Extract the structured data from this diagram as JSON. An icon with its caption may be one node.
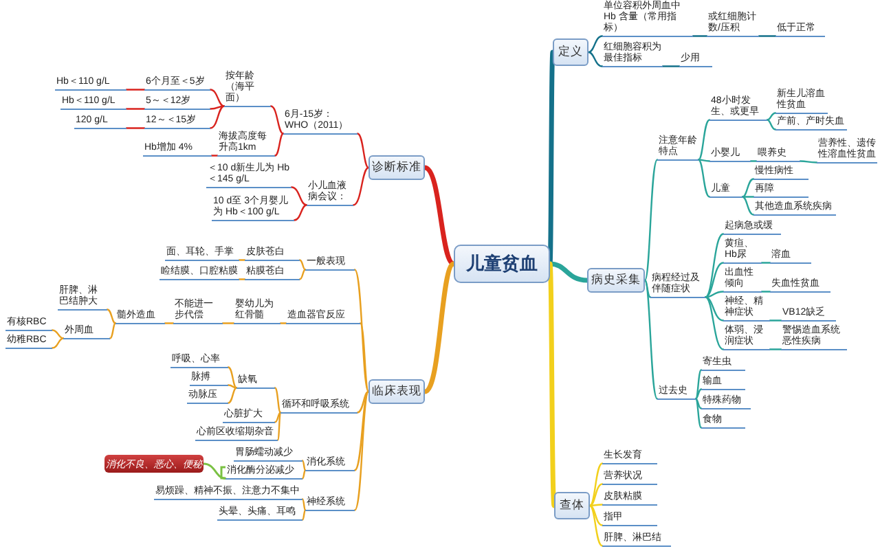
{
  "diagram": {
    "nodes": [
      {
        "text": [
          "儿童贫血"
        ]
      },
      {
        "text": [
          "诊断标准"
        ]
      },
      {
        "text": [
          "6月-15岁：WHO（2011）"
        ]
      },
      {
        "text": [
          "按年龄（海平面）"
        ]
      },
      {
        "text": [
          "6个月至＜5岁"
        ]
      },
      {
        "text": [
          "Hb＜110 g/L"
        ]
      },
      {
        "text": [
          "5～＜12岁"
        ]
      },
      {
        "text": [
          "Hb＜110 g/L"
        ]
      },
      {
        "text": [
          "12～＜15岁"
        ]
      },
      {
        "text": [
          "120 g/L"
        ]
      },
      {
        "text": [
          "海拔高度每升高1km"
        ]
      },
      {
        "text": [
          "Hb增加 4%"
        ]
      },
      {
        "text": [
          "小儿血液病会议："
        ]
      },
      {
        "text": [
          "＜10 d新生儿为 Hb＜145 g/L"
        ]
      },
      {
        "text": [
          "10 d至 3个月婴儿为 Hb＜100 g/L"
        ]
      },
      {
        "text": [
          "临床表现"
        ]
      },
      {
        "text": [
          "一般表现"
        ]
      },
      {
        "text": [
          "皮肤苍白"
        ]
      },
      {
        "text": [
          "面、耳轮、手掌"
        ]
      },
      {
        "text": [
          "粘膜苍白"
        ]
      },
      {
        "text": [
          "睑结膜、口腔粘膜"
        ]
      },
      {
        "text": [
          "造血器官反应"
        ]
      },
      {
        "text": [
          "婴幼儿为红骨髓"
        ]
      },
      {
        "text": [
          "不能进一步代偿"
        ]
      },
      {
        "text": [
          "髓外造血"
        ]
      },
      {
        "text": [
          "肝脾、淋巴结肿大"
        ]
      },
      {
        "text": [
          "外周血"
        ]
      },
      {
        "text": [
          "有核RBC"
        ]
      },
      {
        "text": [
          "幼稚RBC"
        ]
      },
      {
        "text": [
          "循环和呼吸系统"
        ]
      },
      {
        "text": [
          "缺氧"
        ]
      },
      {
        "text": [
          "呼吸、心率"
        ]
      },
      {
        "text": [
          "脉搏"
        ]
      },
      {
        "text": [
          "动脉压"
        ]
      },
      {
        "text": [
          "心脏扩大"
        ]
      },
      {
        "text": [
          "心前区收缩期杂音"
        ]
      },
      {
        "text": [
          "消化系统"
        ]
      },
      {
        "text": [
          "胃肠蠕动减少"
        ]
      },
      {
        "text": [
          "消化酶分泌减少"
        ]
      },
      {
        "text": [
          "消化不良、恶心、便秘"
        ]
      },
      {
        "text": [
          "神经系统"
        ]
      },
      {
        "text": [
          "易烦躁、精神不振、注意力不集中"
        ]
      },
      {
        "text": [
          "头晕、头痛、耳鸣"
        ]
      },
      {
        "text": [
          "定义"
        ]
      },
      {
        "text": [
          "单位容积外周血中 Hb 含量（常用指标）"
        ]
      },
      {
        "text": [
          "或红细胞计数/压积"
        ]
      },
      {
        "text": [
          "低于正常"
        ]
      },
      {
        "text": [
          "红细胞容积为最佳指标"
        ]
      },
      {
        "text": [
          "少用"
        ]
      },
      {
        "text": [
          "病史采集"
        ]
      },
      {
        "text": [
          "注意年龄特点"
        ]
      },
      {
        "text": [
          "48小时发生、或更早"
        ]
      },
      {
        "text": [
          "新生儿溶血性贫血"
        ]
      },
      {
        "text": [
          "产前、产时失血"
        ]
      },
      {
        "text": [
          "小婴儿"
        ]
      },
      {
        "text": [
          "喂养史"
        ]
      },
      {
        "text": [
          "营养性、遗传性溶血性贫血"
        ]
      },
      {
        "text": [
          "儿童"
        ]
      },
      {
        "text": [
          "慢性病性"
        ]
      },
      {
        "text": [
          "再障"
        ]
      },
      {
        "text": [
          "其他造血系统疾病"
        ]
      },
      {
        "text": [
          "病程经过及伴随症状"
        ]
      },
      {
        "text": [
          "起病急或缓"
        ]
      },
      {
        "text": [
          "黄疸、Hb尿"
        ]
      },
      {
        "text": [
          "溶血"
        ]
      },
      {
        "text": [
          "出血性倾向"
        ]
      },
      {
        "text": [
          "失血性贫血"
        ]
      },
      {
        "text": [
          "神经、精神症状"
        ]
      },
      {
        "text": [
          "VB12缺乏"
        ]
      },
      {
        "text": [
          "体弱、浸润症状"
        ]
      },
      {
        "text": [
          "警惕造血系统恶性疾病"
        ]
      },
      {
        "text": [
          "过去史"
        ]
      },
      {
        "text": [
          "寄生虫"
        ]
      },
      {
        "text": [
          "输血"
        ]
      },
      {
        "text": [
          "特殊药物"
        ]
      },
      {
        "text": [
          "食物"
        ]
      },
      {
        "text": [
          "查体"
        ]
      },
      {
        "text": [
          "生长发育"
        ]
      },
      {
        "text": [
          "营养状况"
        ]
      },
      {
        "text": [
          "皮肤粘膜"
        ]
      },
      {
        "text": [
          "指甲"
        ]
      },
      {
        "text": [
          "肝脾、淋巴结"
        ]
      }
    ],
    "edges": [
      {
        "from": 0,
        "to": 1,
        "arrow": "none",
        "style": "thick",
        "color": "#d9231e"
      },
      {
        "from": 1,
        "to": 2,
        "arrow": "none",
        "color": "#d9231e"
      },
      {
        "from": 2,
        "to": 3,
        "arrow": "none",
        "color": "#d9231e"
      },
      {
        "from": 3,
        "to": 4,
        "arrow": "none",
        "color": "#d9231e"
      },
      {
        "from": 4,
        "to": 5,
        "arrow": "none",
        "color": "#d9231e"
      },
      {
        "from": 3,
        "to": 6,
        "arrow": "none",
        "color": "#d9231e"
      },
      {
        "from": 6,
        "to": 7,
        "arrow": "none",
        "color": "#d9231e"
      },
      {
        "from": 3,
        "to": 8,
        "arrow": "none",
        "color": "#d9231e"
      },
      {
        "from": 8,
        "to": 9,
        "arrow": "none",
        "color": "#d9231e"
      },
      {
        "from": 2,
        "to": 10,
        "arrow": "none",
        "color": "#d9231e"
      },
      {
        "from": 10,
        "to": 11,
        "arrow": "none",
        "color": "#d9231e"
      },
      {
        "from": 1,
        "to": 12,
        "arrow": "none",
        "color": "#d9231e"
      },
      {
        "from": 12,
        "to": 13,
        "arrow": "none",
        "color": "#d9231e"
      },
      {
        "from": 12,
        "to": 14,
        "arrow": "none",
        "color": "#d9231e"
      },
      {
        "from": 0,
        "to": 15,
        "arrow": "none",
        "style": "thick",
        "color": "#e8a020"
      },
      {
        "from": 15,
        "to": 16,
        "arrow": "none",
        "color": "#e8a020"
      },
      {
        "from": 16,
        "to": 17,
        "arrow": "none",
        "color": "#e8a020"
      },
      {
        "from": 17,
        "to": 18,
        "arrow": "none",
        "color": "#e8a020"
      },
      {
        "from": 16,
        "to": 19,
        "arrow": "none",
        "color": "#e8a020"
      },
      {
        "from": 19,
        "to": 20,
        "arrow": "none",
        "color": "#e8a020"
      },
      {
        "from": 15,
        "to": 21,
        "arrow": "none",
        "color": "#e8a020"
      },
      {
        "from": 21,
        "to": 22,
        "arrow": "none",
        "color": "#e8a020"
      },
      {
        "from": 22,
        "to": 23,
        "arrow": "none",
        "color": "#e8a020"
      },
      {
        "from": 23,
        "to": 24,
        "arrow": "none",
        "color": "#e8a020"
      },
      {
        "from": 24,
        "to": 25,
        "arrow": "none",
        "color": "#e8a020"
      },
      {
        "from": 24,
        "to": 26,
        "arrow": "none",
        "color": "#e8a020"
      },
      {
        "from": 26,
        "to": 27,
        "arrow": "none",
        "color": "#e8a020"
      },
      {
        "from": 26,
        "to": 28,
        "arrow": "none",
        "color": "#e8a020"
      },
      {
        "from": 15,
        "to": 29,
        "arrow": "none",
        "color": "#e8a020"
      },
      {
        "from": 29,
        "to": 30,
        "arrow": "none",
        "color": "#e8a020"
      },
      {
        "from": 30,
        "to": 31,
        "arrow": "none",
        "color": "#e8a020"
      },
      {
        "from": 30,
        "to": 32,
        "arrow": "none",
        "color": "#e8a020"
      },
      {
        "from": 30,
        "to": 33,
        "arrow": "none",
        "color": "#e8a020"
      },
      {
        "from": 29,
        "to": 34,
        "arrow": "none",
        "color": "#e8a020"
      },
      {
        "from": 29,
        "to": 35,
        "arrow": "none",
        "color": "#e8a020"
      },
      {
        "from": 15,
        "to": 36,
        "arrow": "none",
        "color": "#e8a020"
      },
      {
        "from": 36,
        "to": 37,
        "arrow": "none",
        "color": "#e8a020"
      },
      {
        "from": 36,
        "to": 38,
        "arrow": "none",
        "color": "#e8a020"
      },
      {
        "from": 38,
        "to": 39,
        "arrow": "none",
        "color": "#7ac143"
      },
      {
        "from": 15,
        "to": 40,
        "arrow": "none",
        "color": "#e8a020"
      },
      {
        "from": 40,
        "to": 41,
        "arrow": "none",
        "color": "#e8a020"
      },
      {
        "from": 40,
        "to": 42,
        "arrow": "none",
        "color": "#e8a020"
      },
      {
        "from": 0,
        "to": 43,
        "arrow": "none",
        "style": "thick",
        "color": "#14718a"
      },
      {
        "from": 43,
        "to": 44,
        "arrow": "none",
        "color": "#14718a"
      },
      {
        "from": 44,
        "to": 45,
        "arrow": "none",
        "color": "#14718a"
      },
      {
        "from": 45,
        "to": 46,
        "arrow": "none",
        "color": "#14718a"
      },
      {
        "from": 43,
        "to": 47,
        "arrow": "none",
        "color": "#14718a"
      },
      {
        "from": 47,
        "to": 48,
        "arrow": "none",
        "color": "#14718a"
      },
      {
        "from": 0,
        "to": 49,
        "arrow": "none",
        "style": "thick",
        "color": "#2aa59a"
      },
      {
        "from": 49,
        "to": 50,
        "arrow": "none",
        "color": "#2aa59a"
      },
      {
        "from": 50,
        "to": 51,
        "arrow": "none",
        "color": "#2aa59a"
      },
      {
        "from": 51,
        "to": 52,
        "arrow": "none",
        "color": "#2aa59a"
      },
      {
        "from": 51,
        "to": 53,
        "arrow": "none",
        "color": "#2aa59a"
      },
      {
        "from": 50,
        "to": 54,
        "arrow": "none",
        "color": "#2aa59a"
      },
      {
        "from": 54,
        "to": 55,
        "arrow": "none",
        "color": "#2aa59a"
      },
      {
        "from": 55,
        "to": 56,
        "arrow": "none",
        "color": "#2aa59a"
      },
      {
        "from": 50,
        "to": 57,
        "arrow": "none",
        "color": "#2aa59a"
      },
      {
        "from": 57,
        "to": 58,
        "arrow": "none",
        "color": "#2aa59a"
      },
      {
        "from": 57,
        "to": 59,
        "arrow": "none",
        "color": "#2aa59a"
      },
      {
        "from": 57,
        "to": 60,
        "arrow": "none",
        "color": "#2aa59a"
      },
      {
        "from": 49,
        "to": 61,
        "arrow": "none",
        "color": "#2aa59a"
      },
      {
        "from": 61,
        "to": 62,
        "arrow": "none",
        "color": "#2aa59a"
      },
      {
        "from": 61,
        "to": 63,
        "arrow": "none",
        "color": "#2aa59a"
      },
      {
        "from": 63,
        "to": 64,
        "arrow": "none",
        "color": "#2aa59a"
      },
      {
        "from": 61,
        "to": 65,
        "arrow": "none",
        "color": "#2aa59a"
      },
      {
        "from": 65,
        "to": 66,
        "arrow": "none",
        "color": "#2aa59a"
      },
      {
        "from": 61,
        "to": 67,
        "arrow": "none",
        "color": "#2aa59a"
      },
      {
        "from": 67,
        "to": 68,
        "arrow": "none",
        "color": "#2aa59a"
      },
      {
        "from": 61,
        "to": 69,
        "arrow": "none",
        "color": "#2aa59a"
      },
      {
        "from": 69,
        "to": 70,
        "arrow": "none",
        "color": "#2aa59a"
      },
      {
        "from": 49,
        "to": 71,
        "arrow": "none",
        "color": "#2aa59a"
      },
      {
        "from": 71,
        "to": 72,
        "arrow": "none",
        "color": "#2aa59a"
      },
      {
        "from": 71,
        "to": 73,
        "arrow": "none",
        "color": "#2aa59a"
      },
      {
        "from": 71,
        "to": 74,
        "arrow": "none",
        "color": "#2aa59a"
      },
      {
        "from": 71,
        "to": 75,
        "arrow": "none",
        "color": "#2aa59a"
      },
      {
        "from": 0,
        "to": 76,
        "arrow": "none",
        "style": "thick",
        "color": "#f2d01c"
      },
      {
        "from": 76,
        "to": 77,
        "arrow": "none",
        "color": "#f2d01c"
      },
      {
        "from": 76,
        "to": 78,
        "arrow": "none",
        "color": "#f2d01c"
      },
      {
        "from": 76,
        "to": 79,
        "arrow": "none",
        "color": "#f2d01c"
      },
      {
        "from": 76,
        "to": 80,
        "arrow": "none",
        "color": "#f2d01c"
      },
      {
        "from": 76,
        "to": 81,
        "arrow": "none",
        "color": "#f2d01c"
      }
    ]
  }
}
